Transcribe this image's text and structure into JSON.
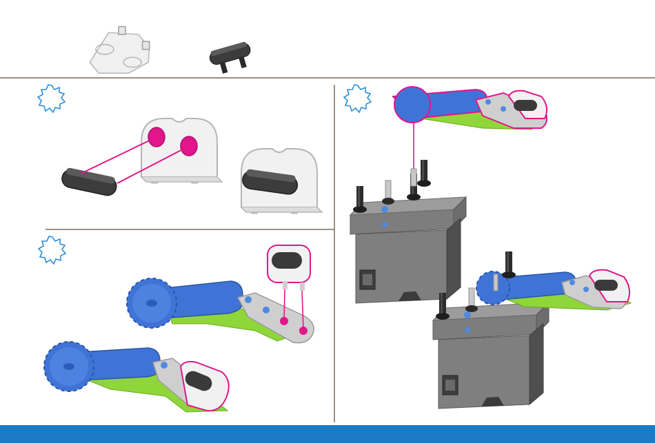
{
  "page": {
    "background": "#ffffff",
    "divider_color": "#7a6a60",
    "footer_color": "#1a7bc4"
  },
  "parts_header": {
    "parts": [
      {
        "name": "white-connector-block-icon"
      },
      {
        "name": "black-double-peg-icon"
      }
    ]
  },
  "steps": [
    {
      "marker": "starburst-step-icon",
      "action": "push-peg-into-connector-block"
    },
    {
      "marker": "starburst-step-icon",
      "action": "attach-block-to-green-arm"
    },
    {
      "marker": "starburst-step-icon",
      "action": "mount-arm-on-servo-shaft"
    }
  ],
  "colors": {
    "gear_blue": "#3f74d6",
    "arm_green": "#8fd63a",
    "guide_magenta": "#e0168a",
    "step_marker_blue": "#2a8fd8",
    "part_white": "#efefef",
    "part_outline": "#b9b9b9",
    "peg_black": "#3a3a3a",
    "servo_grey": "#8a8a8a",
    "servo_dark": "#5c5c5c"
  }
}
